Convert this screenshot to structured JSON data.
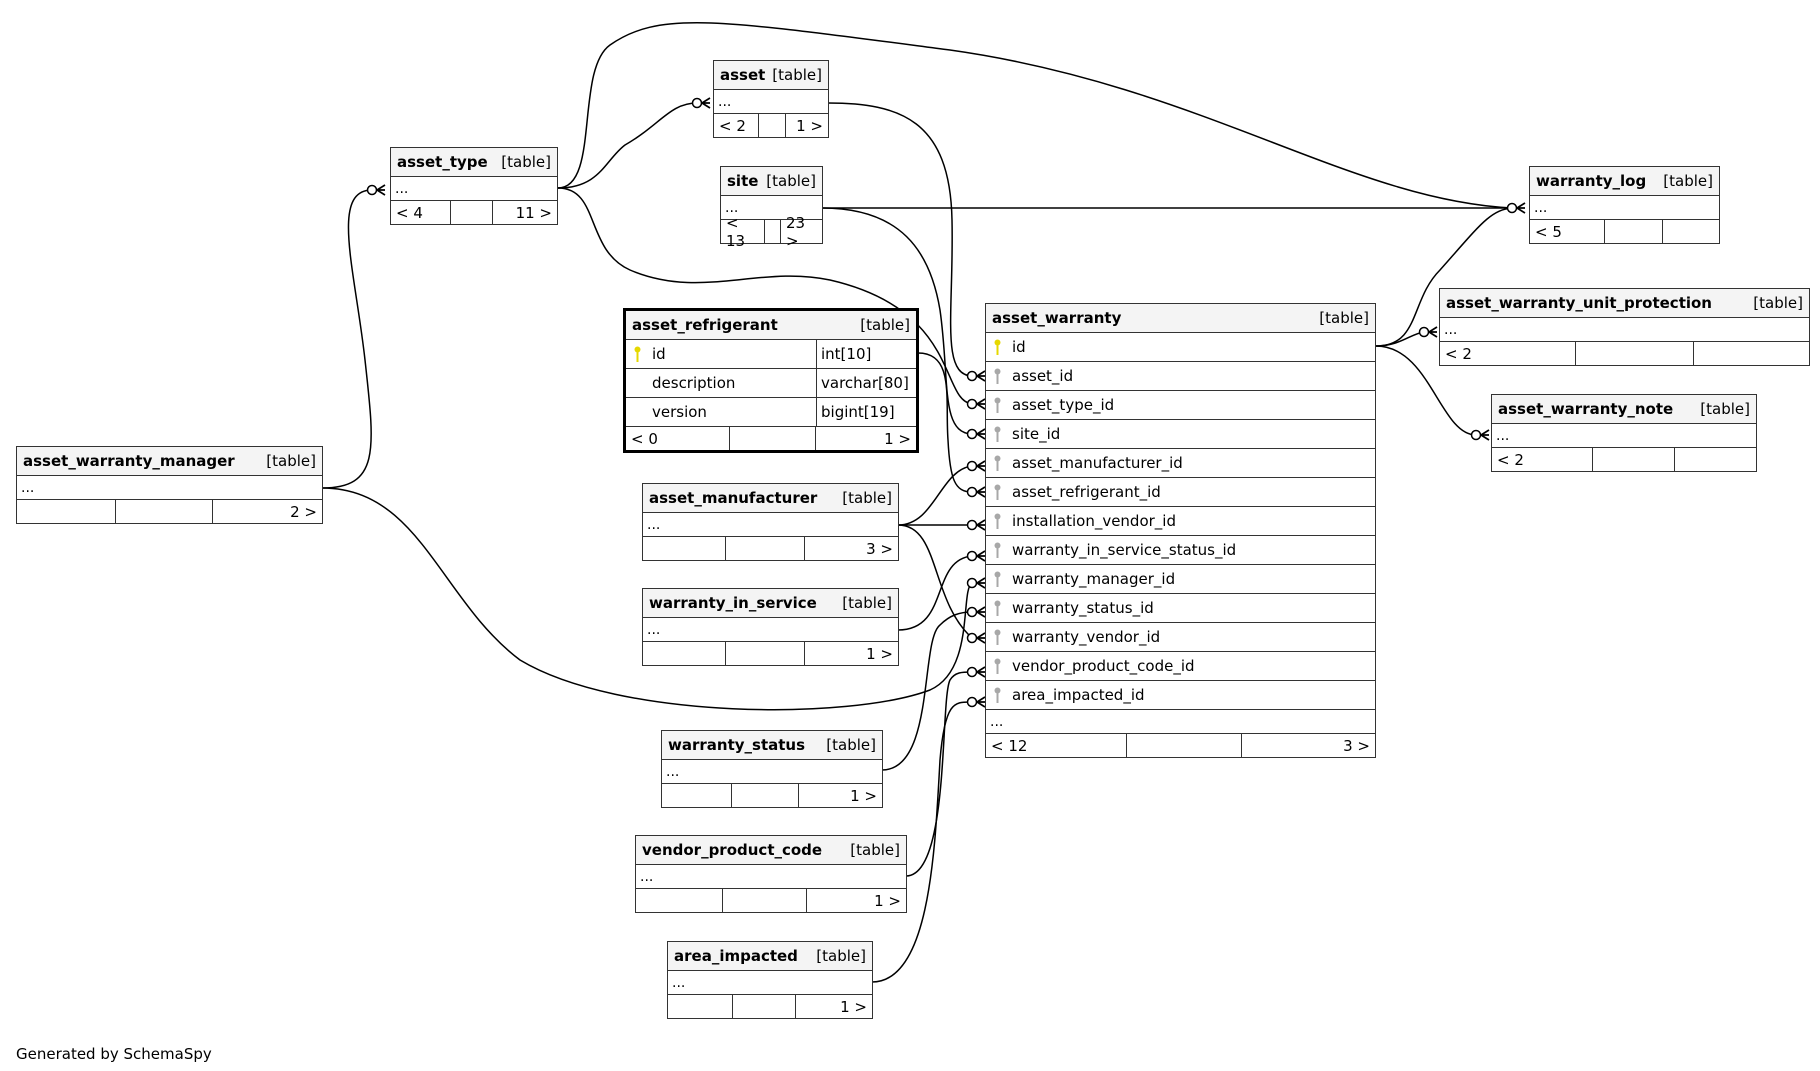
{
  "diagram": {
    "generator_text": "Generated by SchemaSpy",
    "table_kind_label": "[table]",
    "ellipsis": "...",
    "tables": {
      "asset_warranty_manager": {
        "name": "asset_warranty_manager",
        "parents": "",
        "children": "2 >"
      },
      "asset_type": {
        "name": "asset_type",
        "parents": "< 4",
        "children": "11 >"
      },
      "asset": {
        "name": "asset",
        "parents": "< 2",
        "children": "1 >"
      },
      "site": {
        "name": "site",
        "parents": "< 13",
        "children": "23 >"
      },
      "asset_refrigerant": {
        "name": "asset_refrigerant",
        "parents": "< 0",
        "children": "1 >",
        "columns": [
          {
            "name": "id",
            "type": "int[10]",
            "key": "primary"
          },
          {
            "name": "description",
            "type": "varchar[80]",
            "key": ""
          },
          {
            "name": "version",
            "type": "bigint[19]",
            "key": ""
          }
        ]
      },
      "asset_manufacturer": {
        "name": "asset_manufacturer",
        "parents": "",
        "children": "3 >"
      },
      "warranty_in_service": {
        "name": "warranty_in_service",
        "parents": "",
        "children": "1 >"
      },
      "warranty_status": {
        "name": "warranty_status",
        "parents": "",
        "children": "1 >"
      },
      "vendor_product_code": {
        "name": "vendor_product_code",
        "parents": "",
        "children": "1 >"
      },
      "area_impacted": {
        "name": "area_impacted",
        "parents": "",
        "children": "1 >"
      },
      "asset_warranty": {
        "name": "asset_warranty",
        "parents": "< 12",
        "children": "3 >",
        "columns": [
          {
            "name": "id",
            "key": "primary"
          },
          {
            "name": "asset_id",
            "key": "foreign"
          },
          {
            "name": "asset_type_id",
            "key": "foreign"
          },
          {
            "name": "site_id",
            "key": "foreign"
          },
          {
            "name": "asset_manufacturer_id",
            "key": "foreign"
          },
          {
            "name": "asset_refrigerant_id",
            "key": "foreign"
          },
          {
            "name": "installation_vendor_id",
            "key": "foreign"
          },
          {
            "name": "warranty_in_service_status_id",
            "key": "foreign"
          },
          {
            "name": "warranty_manager_id",
            "key": "foreign"
          },
          {
            "name": "warranty_status_id",
            "key": "foreign"
          },
          {
            "name": "warranty_vendor_id",
            "key": "foreign"
          },
          {
            "name": "vendor_product_code_id",
            "key": "foreign"
          },
          {
            "name": "area_impacted_id",
            "key": "foreign"
          }
        ]
      },
      "warranty_log": {
        "name": "warranty_log",
        "parents": "< 5",
        "children": ""
      },
      "asset_warranty_unit_protection": {
        "name": "asset_warranty_unit_protection",
        "parents": "< 2",
        "children": ""
      },
      "asset_warranty_note": {
        "name": "asset_warranty_note",
        "parents": "< 2",
        "children": ""
      }
    },
    "colors": {
      "primary_key": "#e6d800",
      "foreign_key": "#a8a8a8",
      "header_bg": "#f4f4f4",
      "line": "#000000"
    }
  }
}
